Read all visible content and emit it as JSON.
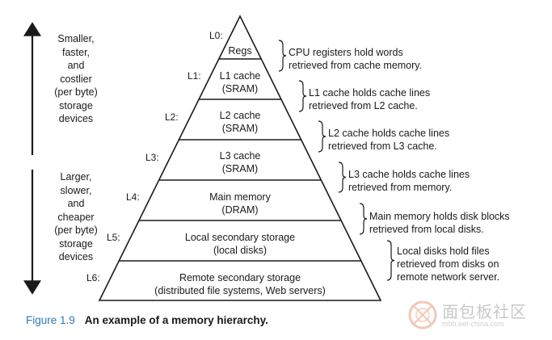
{
  "left_top_text": [
    "Smaller,",
    "faster,",
    "and",
    "costlier",
    "(per byte)",
    "storage",
    "devices"
  ],
  "left_bottom_text": [
    "Larger,",
    "slower,",
    "and",
    "cheaper",
    "(per byte)",
    "storage",
    "devices"
  ],
  "levels": [
    {
      "label": "L0:",
      "lines": [
        "Regs"
      ],
      "desc": [
        "CPU registers hold words",
        "retrieved from cache memory."
      ]
    },
    {
      "label": "L1:",
      "lines": [
        "L1 cache",
        "(SRAM)"
      ],
      "desc": [
        "L1 cache holds cache lines",
        "retrieved from L2 cache."
      ]
    },
    {
      "label": "L2:",
      "lines": [
        "L2 cache",
        "(SRAM)"
      ],
      "desc": [
        "L2 cache holds cache lines",
        "retrieved from L3 cache."
      ]
    },
    {
      "label": "L3:",
      "lines": [
        "L3 cache",
        "(SRAM)"
      ],
      "desc": [
        "L3 cache holds cache lines",
        "retrieved from memory."
      ]
    },
    {
      "label": "L4:",
      "lines": [
        "Main memory",
        "(DRAM)"
      ],
      "desc": [
        "Main memory holds disk blocks",
        "retrieved from local disks."
      ]
    },
    {
      "label": "L5:",
      "lines": [
        "Local secondary storage",
        "(local disks)"
      ],
      "desc": [
        "Local disks hold files",
        "retrieved from disks on",
        "remote network server."
      ]
    },
    {
      "label": "L6:",
      "lines": [
        "Remote secondary storage",
        "(distributed file systems, Web servers)"
      ],
      "desc": []
    }
  ],
  "caption": {
    "figure": "Figure 1.9",
    "title": "An example of a memory hierarchy."
  },
  "watermark": {
    "text": "面包板社区",
    "url": "mbb.eet-china.com"
  },
  "colors": {
    "line": "#1a1a1a",
    "caption_blue": "#2a7bbf"
  }
}
